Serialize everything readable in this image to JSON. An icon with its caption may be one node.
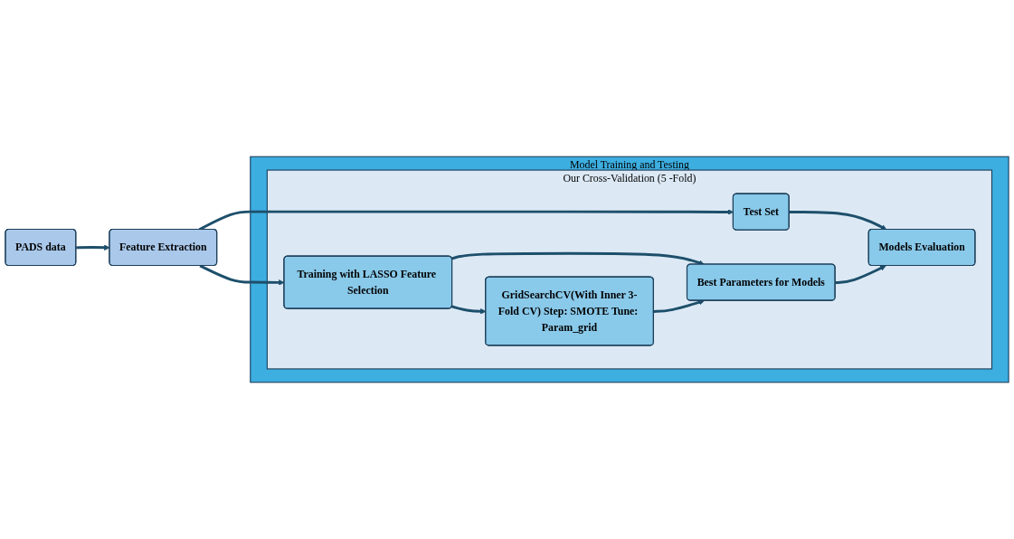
{
  "diagram": {
    "nodes": [
      {
        "text": [
          "PADS data"
        ]
      },
      {
        "text": [
          "Feature Extraction"
        ]
      },
      {
        "text": [
          "Model Training and Testing"
        ]
      },
      {
        "text": [
          "Our Cross-Validation (5 -Fold)"
        ],
        "in": 2
      },
      {
        "text": [
          "Training with LASSO Feature Selection"
        ],
        "in": 3
      },
      {
        "text": [
          "Test Set"
        ],
        "in": 3
      },
      {
        "text": [
          "GridSearchCV(With Inner 3-Fold CV) Step: SMOTE Tune: Param_grid"
        ],
        "in": 3
      },
      {
        "text": [
          "Best Parameters for Models"
        ],
        "in": 3
      },
      {
        "text": [
          "Models Evaluation"
        ],
        "in": 3
      }
    ],
    "edges": [
      {
        "from": 0,
        "to": 1,
        "arrow": "to"
      },
      {
        "from": 1,
        "to": 4,
        "arrow": "to"
      },
      {
        "from": 1,
        "to": 5,
        "arrow": "to"
      },
      {
        "from": 4,
        "to": 6,
        "arrow": "to"
      },
      {
        "from": 4,
        "to": 7,
        "arrow": "to"
      },
      {
        "from": 6,
        "to": 7,
        "arrow": "to"
      },
      {
        "from": 5,
        "to": 8,
        "arrow": "to"
      },
      {
        "from": 7,
        "to": 8,
        "arrow": "to"
      }
    ]
  }
}
